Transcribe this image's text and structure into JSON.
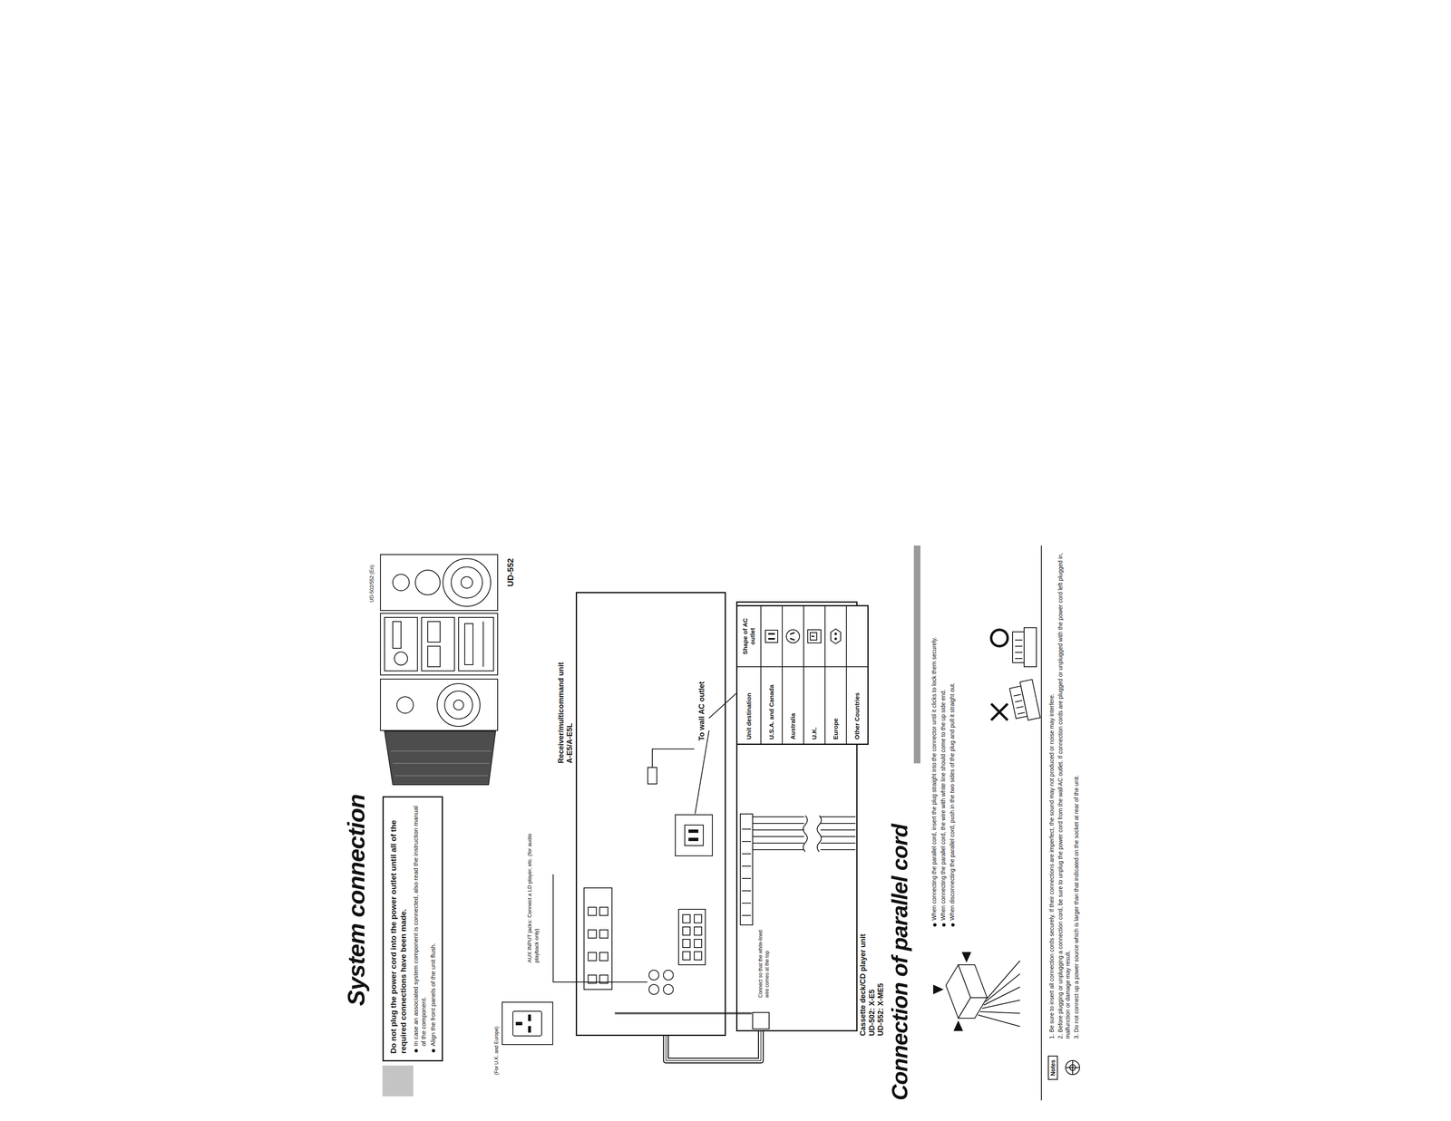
{
  "diagram": {
    "title": "System connection",
    "nodes": [
      {
        "text": [
          "Do not plug the power cord into the power outlet until all of the required connections have been made.",
          "In case an associated system component is connected, also read the instruction manual of the component.",
          "Align the front panels of the unit flush."
        ]
      },
      {
        "text": [
          "(For U.K. and Europe)"
        ]
      },
      {
        "text": [
          "Receiver/multicommand unit",
          "A-E5/A-E5L"
        ]
      },
      {
        "text": [
          "Cassette deck/CD player unit",
          "UD-502: X-E5",
          "UD-552: X-ME5"
        ]
      },
      {
        "text": [
          "Unit destination",
          "Shape of AC outlet",
          "U.S.A. and Canada",
          "Australia",
          "U.K.",
          "Europe",
          "Other Countries"
        ]
      },
      {
        "text": [
          "Notes"
        ]
      }
    ],
    "edges": [
      {
        "from": 2,
        "to": 3,
        "arrow": "none"
      }
    ],
    "labels": [
      "UD-502/552 (En)",
      "UD-552",
      "AUX INPUT jacks: Connect a LD player, etc. (for audio playback only)",
      "To wall AC outlet",
      "Connect so that the white-lined wire comes at the top",
      "Connection of parallel cord",
      "When connecting the parallel cord, insert the plug straight into the connector until it clicks to lock them securely.",
      "When connecting the parallel cord, the wire with white line should come to the up side end.",
      "When disconnecting the parallel cord, push in the two sides of the plug and pull it straight out.",
      "1. Be sure to insert all connection cords securely. If their connections are imperfect, the sound may not produced or noise may interfere.",
      "2. Before plugging or unplugging a connection cord, be sure to unplug the power cord from the wall AC outlet. If connection cords are plugged or unplugged with the power cord left plugged in, malfunction or damage may result.",
      "3. Do not connect up a power source which is larger than that indicated on the socket at rear of the unit."
    ]
  }
}
